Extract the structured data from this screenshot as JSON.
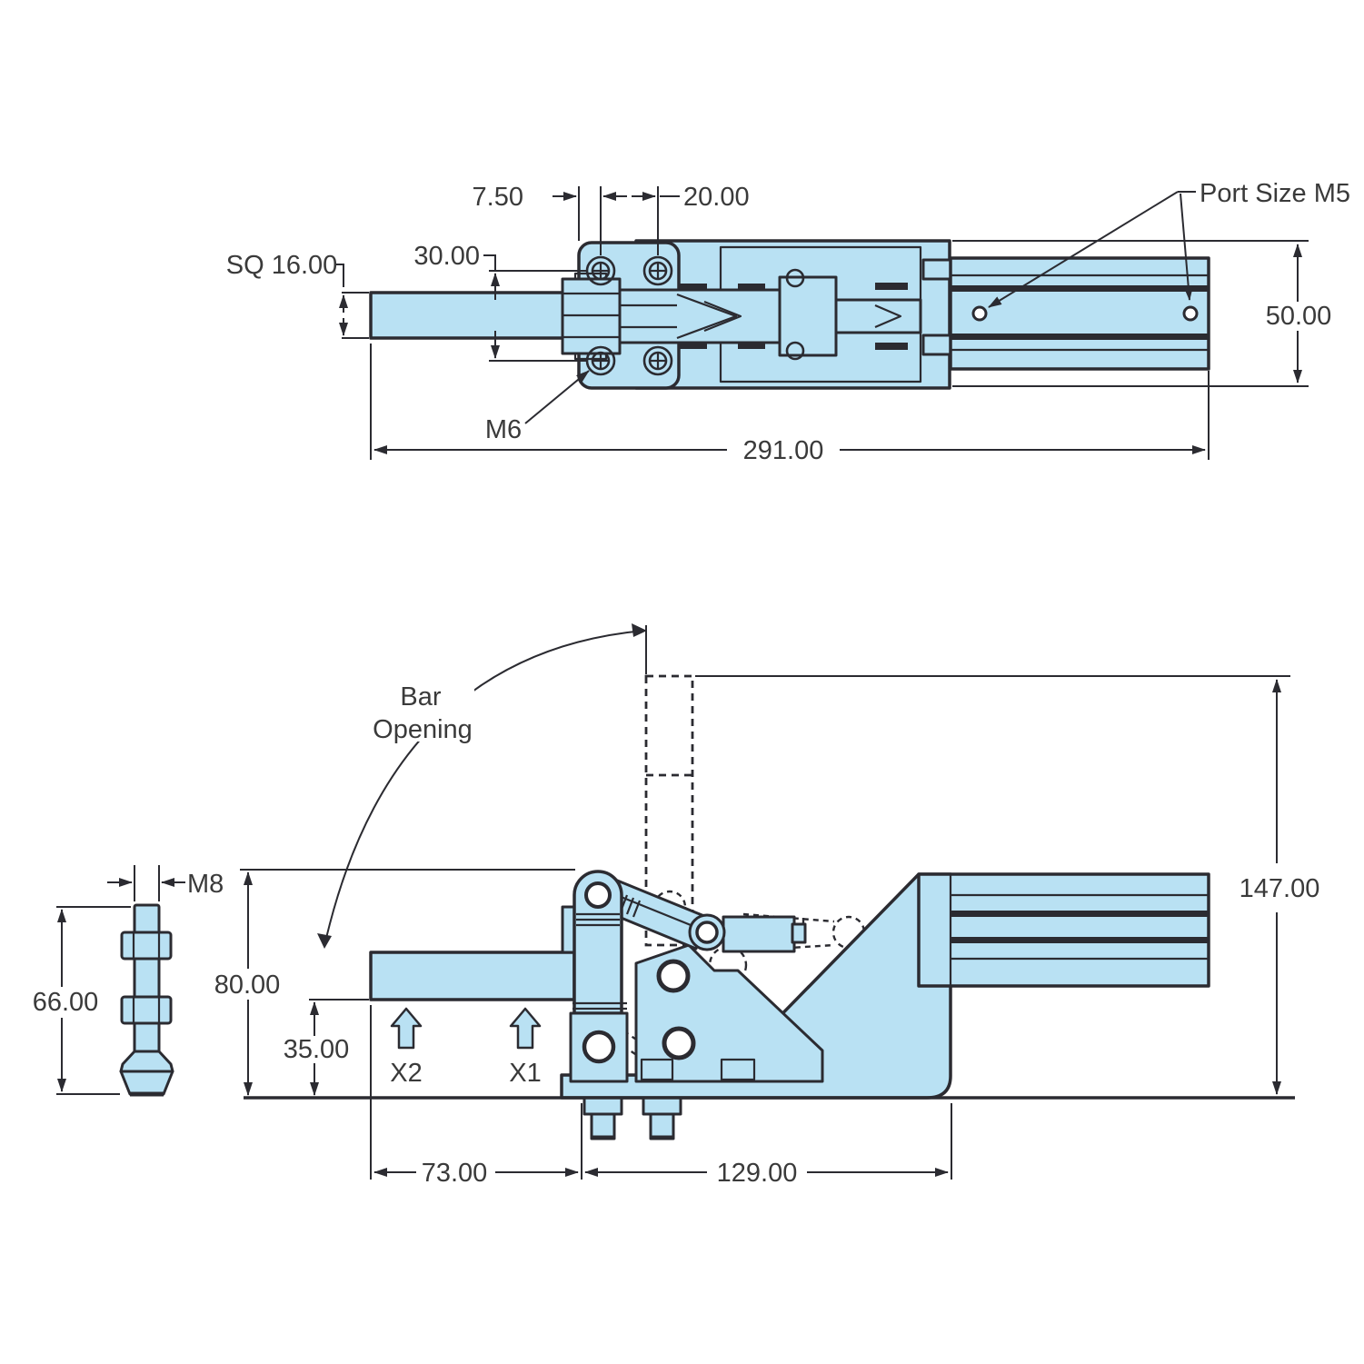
{
  "colors": {
    "part_fill": "#b9e1f3",
    "line": "#2b2b31",
    "text": "#3a3a3a"
  },
  "top_view": {
    "dim_hole_offset": "7.50",
    "dim_hole_spacing": "20.00",
    "dim_hole_vertical": "30.00",
    "dim_bar_square": "SQ 16.00",
    "mount_thread": "M6",
    "dim_overall_length": "291.00",
    "dim_body_width": "50.00",
    "port_label": "Port Size M5"
  },
  "side_view": {
    "spindle_thread": "M8",
    "dim_spindle_length": "66.00",
    "dim_bar_height": "80.00",
    "dim_under_bar": "35.00",
    "bar_opening_line1": "Bar",
    "bar_opening_line2": "Opening",
    "sensor_x2": "X2",
    "sensor_x1": "X1",
    "dim_bar_reach": "73.00",
    "dim_body_length": "129.00",
    "dim_overall_height": "147.00"
  }
}
